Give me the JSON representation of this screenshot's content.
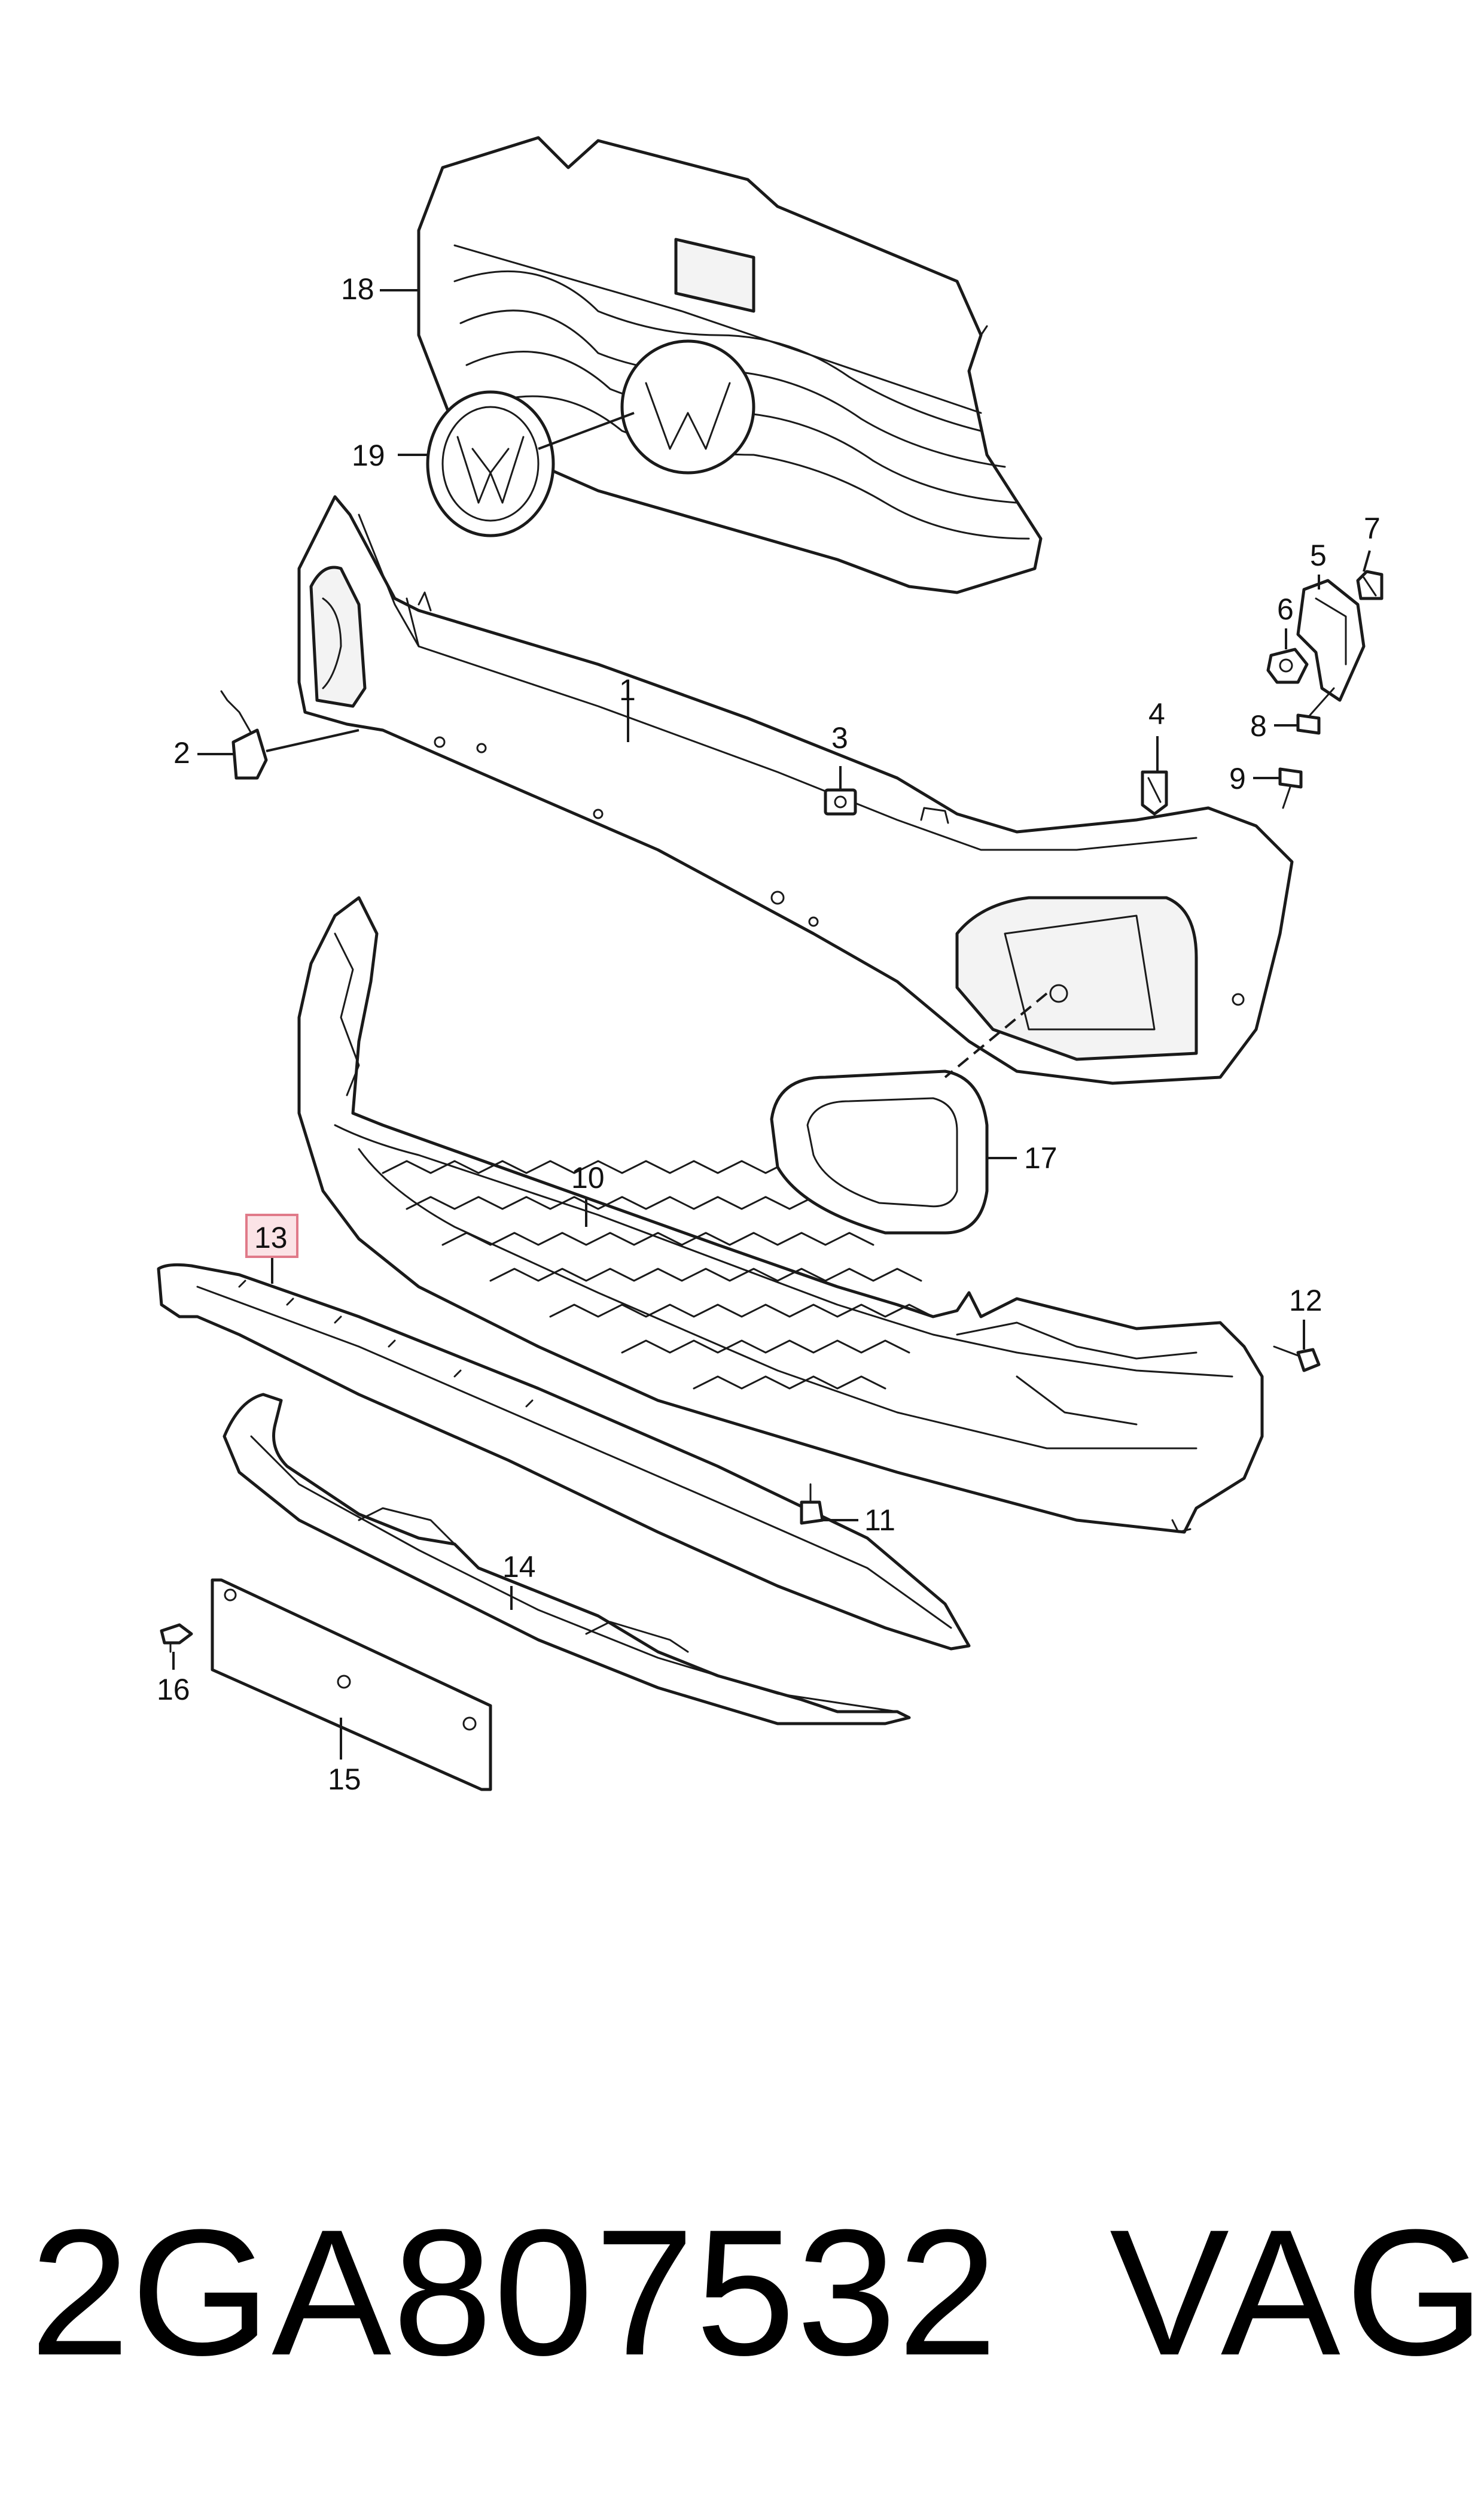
{
  "callouts": {
    "c1": "1",
    "c2": "2",
    "c3": "3",
    "c4": "4",
    "c5": "5",
    "c6": "6",
    "c7": "7",
    "c8": "8",
    "c9": "9",
    "c10": "10",
    "c11": "11",
    "c12": "12",
    "c13": "13",
    "c14": "14",
    "c15": "15",
    "c16": "16",
    "c17": "17",
    "c18": "18",
    "c19": "19"
  },
  "highlighted_part": "13",
  "footer": {
    "part_number": "2GA807532",
    "brand": "VAG"
  },
  "colors": {
    "line": "#1a1a1a",
    "highlight_fill": "#fbe3e6",
    "highlight_stroke": "#e07a89"
  }
}
